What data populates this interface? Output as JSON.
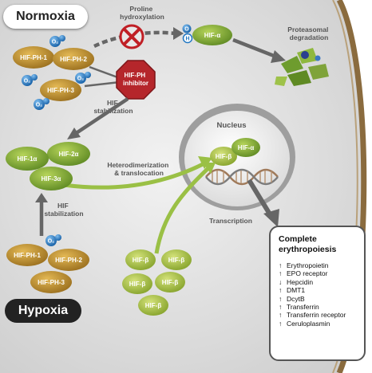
{
  "states": {
    "normoxia": "Normoxia",
    "hypoxia": "Hypoxia"
  },
  "labels": {
    "proline_hydroxylation": [
      "Proline",
      "hydroxylation"
    ],
    "proteasomal_degradation": [
      "Proteasomal",
      "degradation"
    ],
    "hif_stabilization": [
      "HIF",
      "stabilization"
    ],
    "hif_stabilization_hypoxia": [
      "HIF",
      "stabilization"
    ],
    "heterodimerization": [
      "Heterodimerization",
      "& translocation"
    ],
    "nucleus": "Nucleus",
    "transcription": "Transcription",
    "inhibitor": [
      "HIF-PH",
      "inhibitor"
    ]
  },
  "proteins": {
    "hif_ph_1": "HIF-PH-1",
    "hif_ph_2": "HIF-PH-2",
    "hif_ph_3": "HIF-PH-3",
    "hif_alpha": "HIF-α",
    "hif_1a": "HIF-1α",
    "hif_2a": "HIF-2α",
    "hif_3a": "HIF-3α",
    "hif_beta": "HIF-β"
  },
  "molecules": {
    "oxygen": "O₂",
    "hydroxyl_o": "O",
    "hydroxyl_h": "H"
  },
  "erythropoiesis": {
    "title": "Complete erythropoiesis",
    "items": [
      {
        "direction": "↑",
        "label": "Erythropoietin"
      },
      {
        "direction": "↑",
        "label": "EPO receptor"
      },
      {
        "direction": "↓",
        "label": "Hepcidin"
      },
      {
        "direction": "↑",
        "label": "DMT1"
      },
      {
        "direction": "↑",
        "label": "DcytB"
      },
      {
        "direction": "↑",
        "label": "Transferrin"
      },
      {
        "direction": "↑",
        "label": "Transferrin receptor"
      },
      {
        "direction": "↑",
        "label": "Ceruloplasmin"
      }
    ]
  },
  "colors": {
    "cell_background": "#e4e4e4",
    "cell_membrane": "#8a6b3e",
    "hif_ph": "#b58a2e",
    "hif_alpha": "#7fa33a",
    "hif_beta": "#a8c043",
    "oxygen": "#1f76c2",
    "inhibitor": "#b5262b",
    "arrow": "#666666",
    "green_arrow": "#9ac045"
  }
}
